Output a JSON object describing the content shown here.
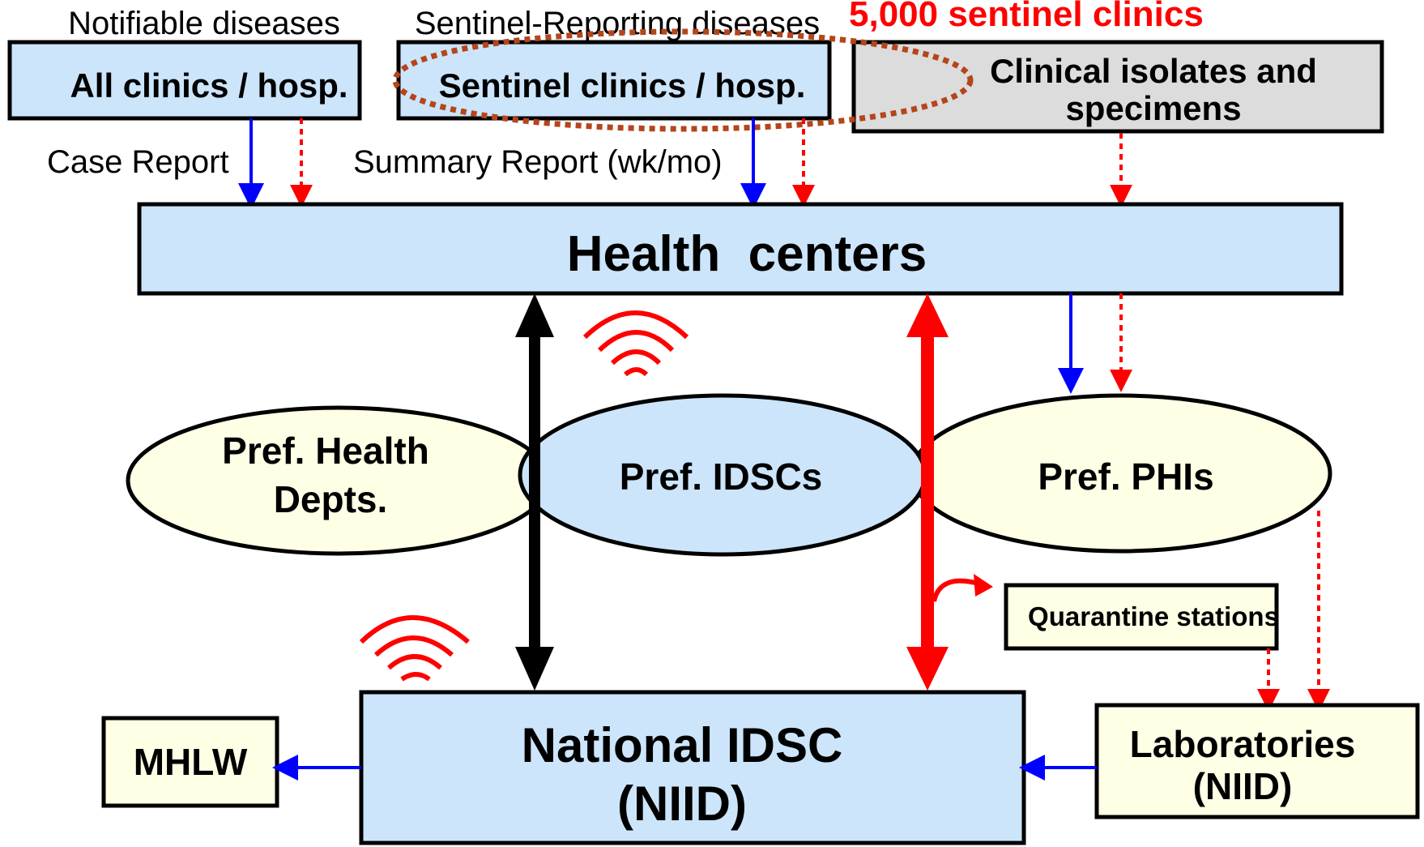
{
  "headers": {
    "notifiable": "Notifiable diseases",
    "sentinel_reporting": "Sentinel-Reporting diseases",
    "sentinel_count": "5,000 sentinel clinics"
  },
  "sources": {
    "all_clinics": "All clinics / hosp.",
    "sentinel_clinics": "Sentinel clinics / hosp.",
    "isolates_line1": "Clinical isolates and",
    "isolates_line2": "specimens"
  },
  "report_labels": {
    "case_report": "Case Report",
    "summary_report": "Summary Report (wk/mo)"
  },
  "nodes": {
    "health_centers": "Health  centers",
    "pref_health_line1": "Pref. Health",
    "pref_health_line2": "Depts.",
    "pref_idscs": "Pref. IDSCs",
    "pref_phis": "Pref. PHIs",
    "quarantine": "Quarantine stations",
    "mhlw": "MHLW",
    "national_line1": "National IDSC",
    "national_line2": "(NIID)",
    "labs_line1": "Laboratories",
    "labs_line2": "(NIID)"
  },
  "colors": {
    "light_blue": "#cce5fa",
    "cream": "#ffffe6",
    "gray": "#dcdcdc",
    "data_arrow_blue": "#0000ff",
    "specimen_arrow_red": "#ff0000",
    "dotted_ellipse": "#b5451b",
    "wireless_icon": "#ff0000"
  }
}
